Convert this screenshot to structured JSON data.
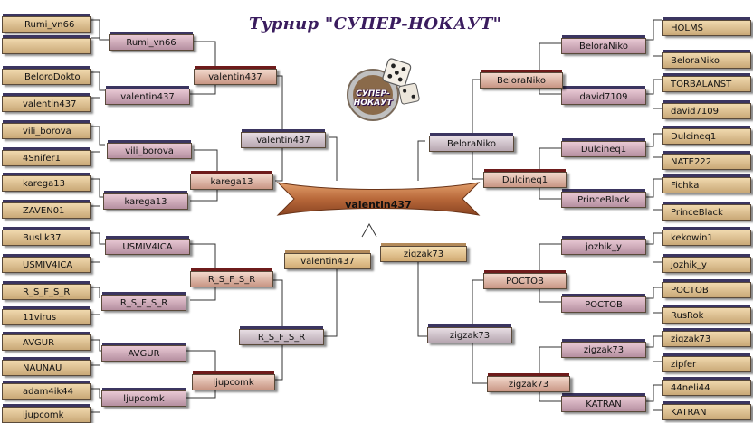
{
  "title": "Турнир \"СУПЕР-НОКАУТ\"",
  "logo_text": "СУПЕР-НОКАУТ",
  "logo_icon": "dice-icon",
  "left": {
    "round1": [
      "Rumi_vn66",
      "",
      "BeloroDokto",
      "valentin437",
      "vili_borova",
      "4Snifer1",
      "karega13",
      "ZAVEN01",
      "Buslik37",
      "USMIV4ICA",
      "R_S_F_S_R",
      "11virus",
      "AVGUR",
      "NAUNAU",
      "adam4ik44",
      "ljupcomk"
    ],
    "round2": [
      "Rumi_vn66",
      "valentin437",
      "vili_borova",
      "karega13",
      "USMIV4ICA",
      "R_S_F_S_R",
      "AVGUR",
      "ljupcomk"
    ],
    "round3": [
      "valentin437",
      "karega13",
      "R_S_F_S_R",
      "ljupcomk"
    ],
    "round4": [
      "valentin437",
      "R_S_F_S_R"
    ]
  },
  "right": {
    "round1": [
      "HOLMS",
      "BeloraNiko",
      "TORBALANST",
      "david7109",
      "Dulcineq1",
      "NATE222",
      "Fichka",
      "PrinceBlack",
      "kekowin1",
      "jozhik_y",
      "POCTOB",
      "RusRok",
      "zigzak73",
      "zipfer",
      "44neli44",
      "KATRAN"
    ],
    "round2": [
      "BeloraNiko",
      "david7109",
      "Dulcineq1",
      "PrinceBlack",
      "jozhik_y",
      "POCTOB",
      "zigzak73",
      "KATRAN"
    ],
    "round3": [
      "BeloraNiko",
      "Dulcineq1",
      "POCTOB",
      "zigzak73"
    ],
    "round4": [
      "BeloraNiko",
      "zigzak73"
    ]
  },
  "final": {
    "left": "valentin437",
    "right": "zigzak73",
    "champion": "valentin437"
  }
}
